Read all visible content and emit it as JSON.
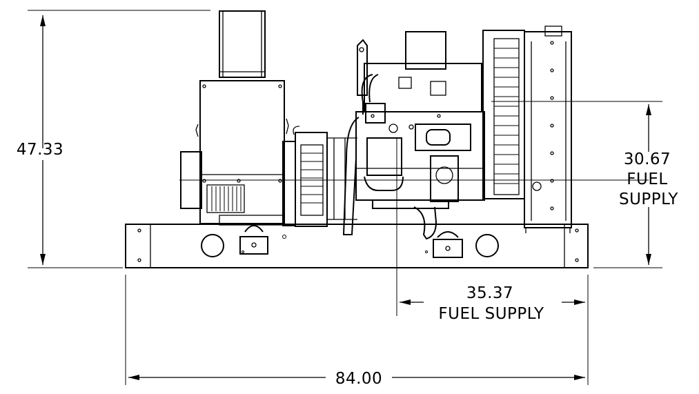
{
  "dimensions": {
    "height": {
      "value": "47.33"
    },
    "fuel_supply_vertical": {
      "value": "30.67",
      "line1": "FUEL",
      "line2": "SUPPLY"
    },
    "fuel_supply_horizontal": {
      "value": "35.37",
      "label": "FUEL SUPPLY"
    },
    "overall_length": {
      "value": "84.00"
    }
  }
}
